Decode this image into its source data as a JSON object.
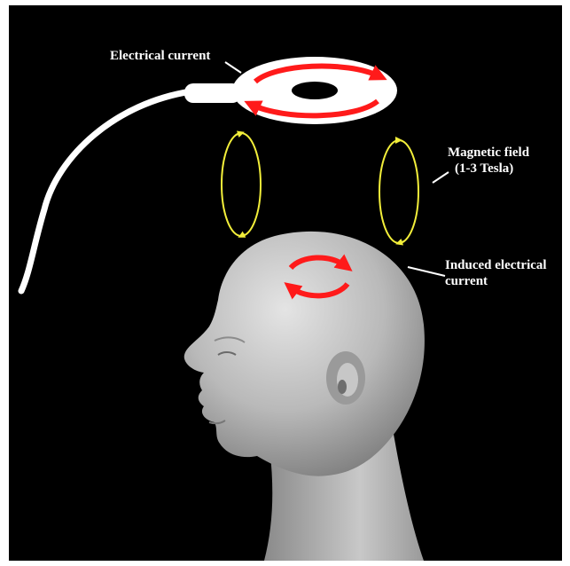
{
  "labels": {
    "electrical_current": "Electrical current",
    "magnetic_field_line1": "Magnetic field",
    "magnetic_field_line2": "(1-3 Tesla)",
    "induced_line1": "Induced electrical",
    "induced_line2": "current"
  },
  "colors": {
    "background": "#000000",
    "coil": "#ffffff",
    "current_arrows": "#ff1a1a",
    "field_lines": "#f2ee3a",
    "head": "#b8b8b8",
    "label_text": "#ffffff"
  },
  "icons": {
    "coil": "tms-coil-icon",
    "field": "magnetic-field-loop-icon",
    "head": "human-head-icon"
  }
}
